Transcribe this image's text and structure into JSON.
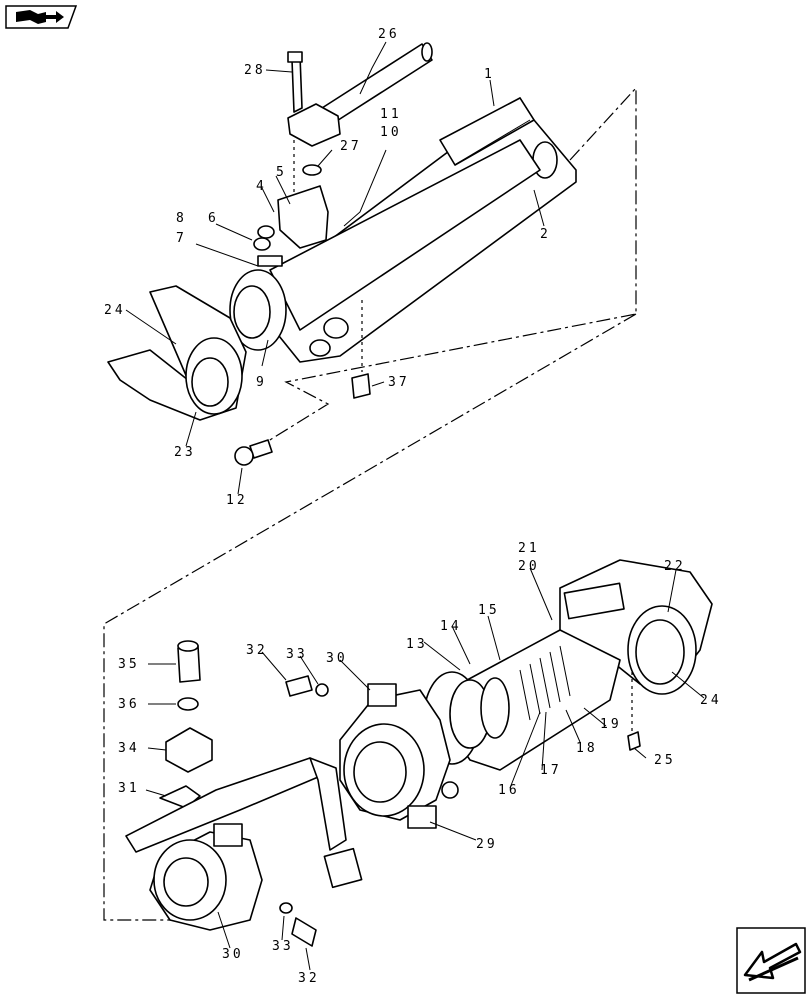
{
  "icons": {
    "top_left": "book-arrow-icon",
    "bottom_right": "back-arrow-icon"
  },
  "callouts": [
    {
      "id": "c26",
      "text": "26"
    },
    {
      "id": "c28",
      "text": "28"
    },
    {
      "id": "c1",
      "text": "1"
    },
    {
      "id": "c11",
      "text": "11"
    },
    {
      "id": "c10",
      "text": "10"
    },
    {
      "id": "c27",
      "text": "27"
    },
    {
      "id": "c5",
      "text": "5"
    },
    {
      "id": "c4",
      "text": "4"
    },
    {
      "id": "c6",
      "text": "6"
    },
    {
      "id": "c8",
      "text": "8"
    },
    {
      "id": "c7",
      "text": "7"
    },
    {
      "id": "c2",
      "text": "2"
    },
    {
      "id": "c24a",
      "text": "24"
    },
    {
      "id": "c9",
      "text": "9"
    },
    {
      "id": "c37",
      "text": "37"
    },
    {
      "id": "c23",
      "text": "23"
    },
    {
      "id": "c12",
      "text": "12"
    },
    {
      "id": "c21",
      "text": "21"
    },
    {
      "id": "c20",
      "text": "20"
    },
    {
      "id": "c22",
      "text": "22"
    },
    {
      "id": "c15",
      "text": "15"
    },
    {
      "id": "c14",
      "text": "14"
    },
    {
      "id": "c13",
      "text": "13"
    },
    {
      "id": "c35",
      "text": "35"
    },
    {
      "id": "c32a",
      "text": "32"
    },
    {
      "id": "c33a",
      "text": "33"
    },
    {
      "id": "c30a",
      "text": "30"
    },
    {
      "id": "c24b",
      "text": "24"
    },
    {
      "id": "c36",
      "text": "36"
    },
    {
      "id": "c19",
      "text": "19"
    },
    {
      "id": "c18",
      "text": "18"
    },
    {
      "id": "c34",
      "text": "34"
    },
    {
      "id": "c25",
      "text": "25"
    },
    {
      "id": "c17",
      "text": "17"
    },
    {
      "id": "c16",
      "text": "16"
    },
    {
      "id": "c31",
      "text": "31"
    },
    {
      "id": "c29",
      "text": "29"
    },
    {
      "id": "c30b",
      "text": "30"
    },
    {
      "id": "c33b",
      "text": "33"
    },
    {
      "id": "c32b",
      "text": "32"
    }
  ]
}
